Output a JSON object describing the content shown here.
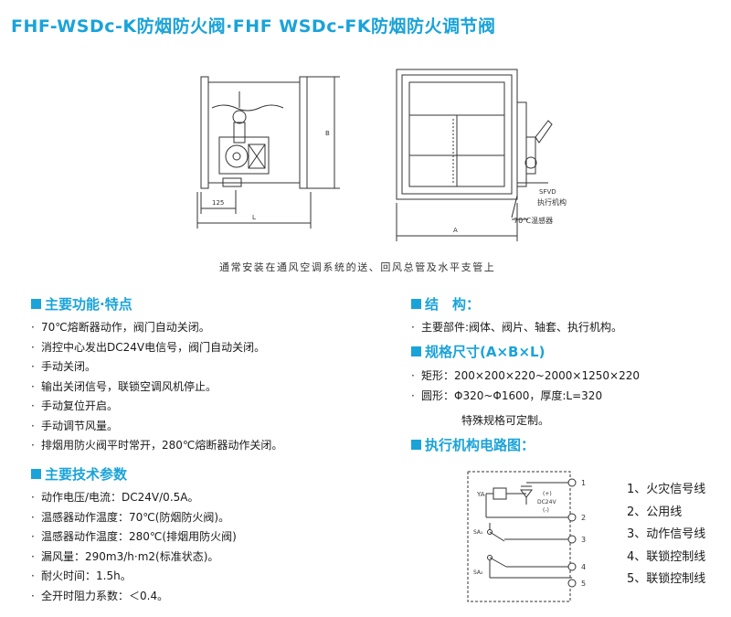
{
  "title": "FHF-WSDc-K防烟防火阀·FHF WSDc-FK防烟防火调节阀",
  "drawing": {
    "dim_b": "B",
    "dim_125": "125",
    "dim_l": "L",
    "dim_a": "A",
    "label_sfvd": "SFVD",
    "label_actuator": "执行机构",
    "label_sensor": "70℃温感器"
  },
  "caption": "通常安装在通风空调系统的送、回风总管及水平支管上",
  "features": {
    "heading": "主要功能·特点",
    "items": [
      "70℃熔断器动作，阀门自动关闭。",
      "消控中心发出DC24V电信号，阀门自动关闭。",
      "手动关闭。",
      "输出关闭信号，联锁空调风机停止。",
      "手动复位开启。",
      "手动调节风量。",
      "排烟用防火阀平时常开，280℃熔断器动作关闭。"
    ]
  },
  "tech": {
    "heading": "主要技术参数",
    "items": [
      "动作电压/电流：DC24V/0.5A。",
      "温感器动作温度：70℃(防烟防火阀)。",
      "温感器动作温度：280℃(排烟用防火阀)",
      "漏风量：290m3/h·m2(标准状态)。",
      "耐火时间：1.5h。",
      "全开时阻力系数：＜0.4。"
    ]
  },
  "structure": {
    "heading": "结　构：",
    "items": [
      "主要部件:阀体、阀片、轴套、执行机构。"
    ]
  },
  "spec": {
    "heading": "规格尺寸(A×B×L)",
    "items": [
      "矩形：200×200×220~2000×1250×220",
      "圆形：Φ320~Φ1600，厚度:L=320"
    ],
    "note": "特殊规格可定制。"
  },
  "circuit": {
    "heading": "执行机构电路图：",
    "label_ya": "YA",
    "label_plus": "(+)",
    "label_dc24v": "DC24V",
    "label_minus": "(-)",
    "label_sa1": "SA₁",
    "label_sa2": "SA₂",
    "terminals": [
      "1",
      "2",
      "3",
      "4",
      "5"
    ],
    "legend": [
      "1、火灾信号线",
      "2、公用线",
      "3、动作信号线",
      "4、联锁控制线",
      "5、联锁控制线"
    ]
  },
  "colors": {
    "accent": "#1aa3d9",
    "line": "#333333"
  }
}
